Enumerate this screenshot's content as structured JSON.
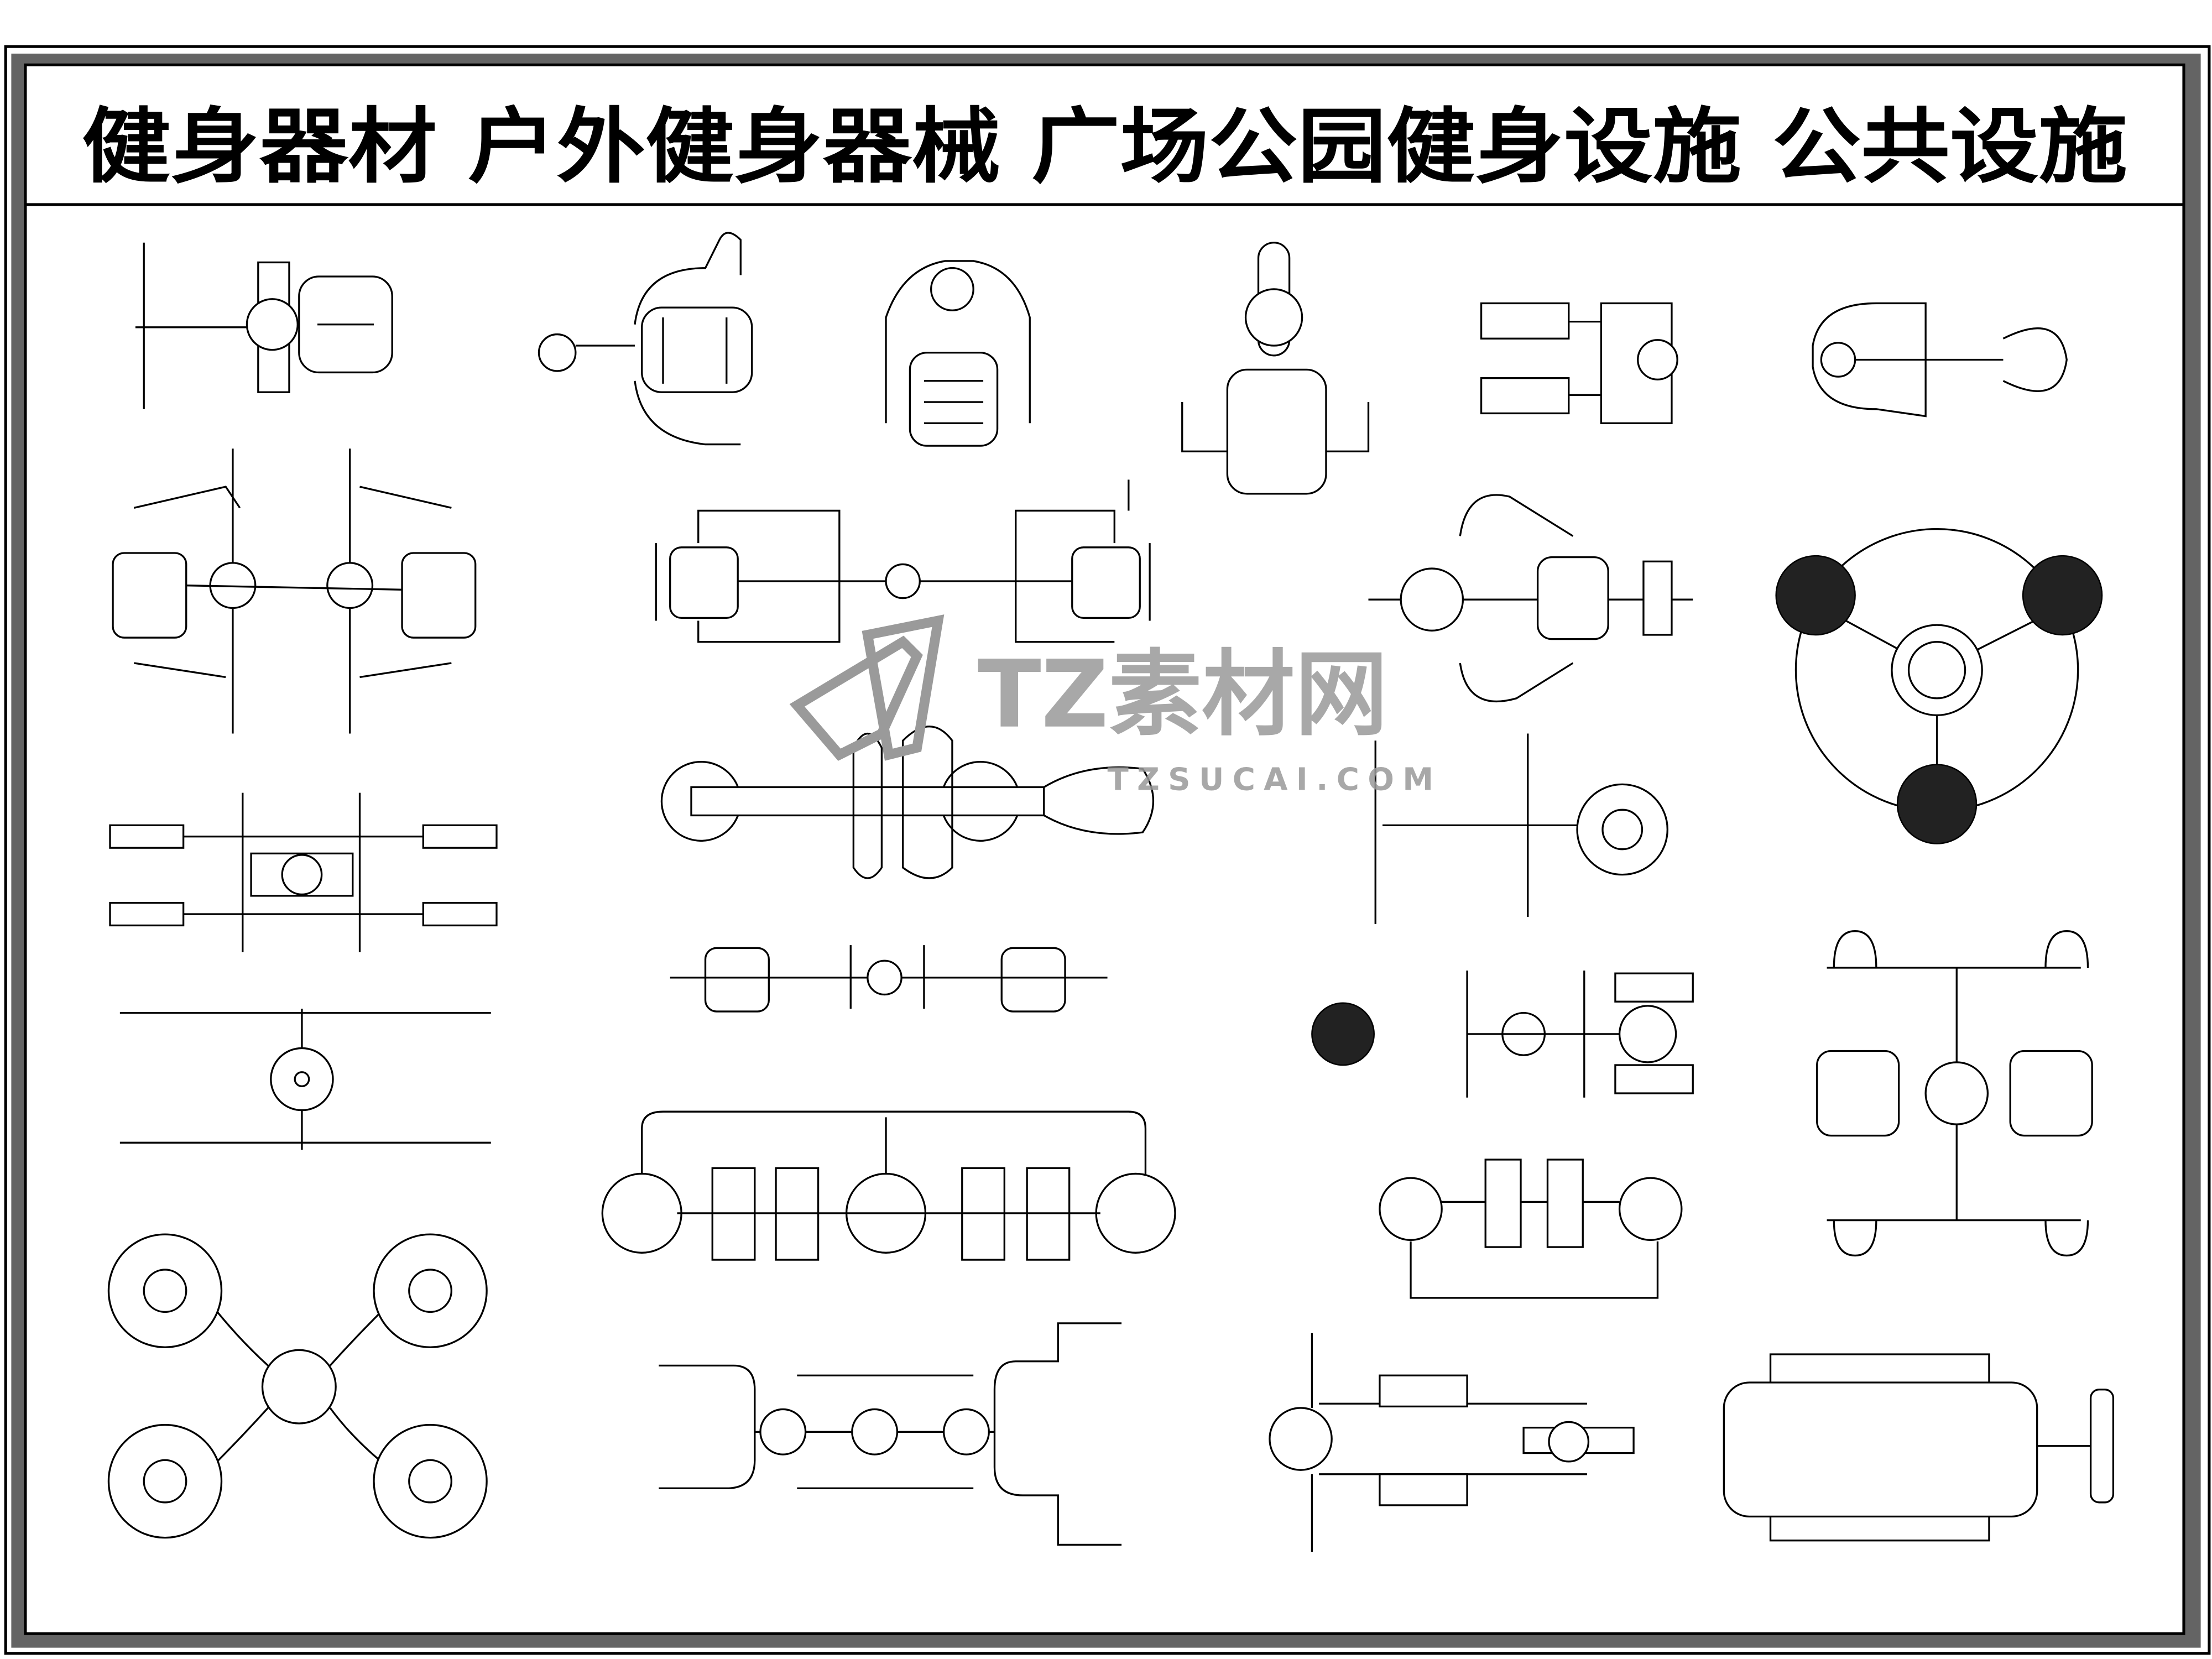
{
  "title": "健身器材  户外健身器械  广场公园健身设施  公共设施",
  "watermark": {
    "brand": "TZ素材网",
    "url": "TZSUCAI.COM"
  },
  "colors": {
    "frame": "#646464",
    "line": "#000000",
    "watermark": "#9a9a9a"
  }
}
